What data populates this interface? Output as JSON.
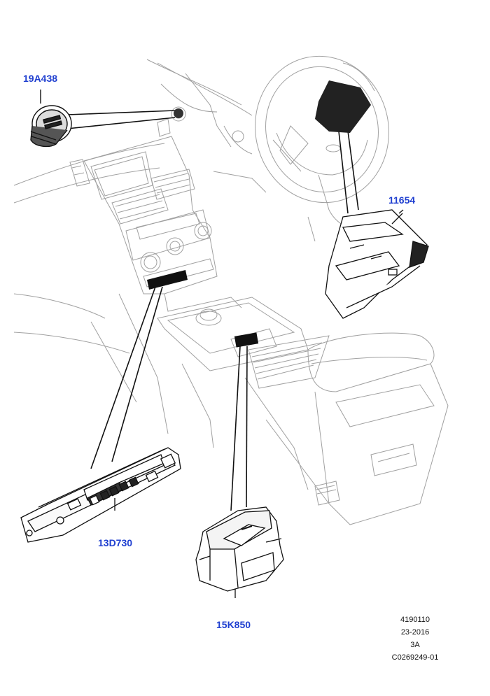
{
  "parts": {
    "aux_power_socket": "19A438",
    "steering_column_switch": "11654",
    "center_switch_pack": "13D730",
    "console_switch": "15K850"
  },
  "reference": {
    "line1": "4190110",
    "line2": "23-2016",
    "line3": "3A",
    "line4": "C0269249-01"
  },
  "colors": {
    "label_blue": "#1f3fd0",
    "line_art": "#999999",
    "part_ink": "#111111"
  }
}
